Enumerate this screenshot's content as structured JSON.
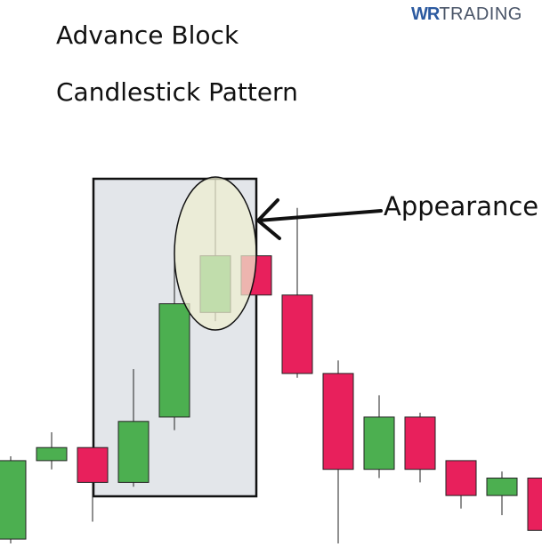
{
  "logo": {
    "mark": "WR",
    "text": "TRADING"
  },
  "title": {
    "line1": "Advance Block",
    "line2": "Candlestick Pattern"
  },
  "annotation": {
    "label": "Appearance"
  },
  "colors": {
    "bullish": "#4caf50",
    "bearish": "#e8205c",
    "highlight_box_fill": "#e3e6ea",
    "highlight_box_stroke": "#111111",
    "ellipse_fill": "#efeed0",
    "wick": "#222222"
  },
  "candles": [
    {
      "dir": "up",
      "open": 1,
      "close": 19,
      "high": 20,
      "low": 0
    },
    {
      "dir": "up",
      "open": 19,
      "close": 22,
      "high": 25.5,
      "low": 17
    },
    {
      "dir": "down",
      "open": 22,
      "close": 14,
      "high": 22,
      "low": 5
    },
    {
      "dir": "up",
      "open": 14,
      "close": 28,
      "high": 40,
      "low": 13
    },
    {
      "dir": "up",
      "open": 29,
      "close": 55,
      "high": 66,
      "low": 26
    },
    {
      "dir": "up",
      "open": 53,
      "close": 66,
      "high": 84,
      "low": 51
    },
    {
      "dir": "down",
      "open": 66,
      "close": 57,
      "high": 66,
      "low": 57
    },
    {
      "dir": "down",
      "open": 57,
      "close": 39,
      "high": 77,
      "low": 38
    },
    {
      "dir": "down",
      "open": 39,
      "close": 17,
      "high": 42,
      "low": 0
    },
    {
      "dir": "up",
      "open": 17,
      "close": 29,
      "high": 34,
      "low": 15
    },
    {
      "dir": "down",
      "open": 29,
      "close": 17,
      "high": 30,
      "low": 14
    },
    {
      "dir": "down",
      "open": 19,
      "close": 11,
      "high": 19,
      "low": 8
    },
    {
      "dir": "up",
      "open": 11,
      "close": 15,
      "high": 16.5,
      "low": 6.5
    },
    {
      "dir": "down",
      "open": 15,
      "close": 3,
      "high": 15,
      "low": 0
    }
  ],
  "pattern_highlight": {
    "first_candle": 3,
    "last_candle": 5
  },
  "appearance_marker": {
    "candle": 5
  }
}
